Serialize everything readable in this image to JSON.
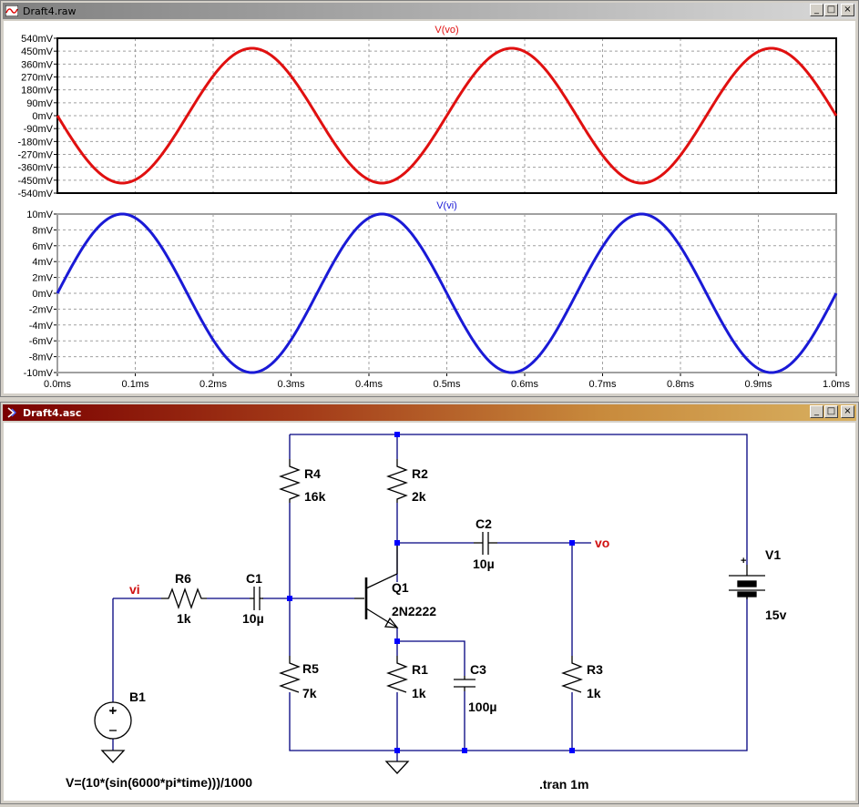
{
  "raw_window": {
    "title": "Draft4.raw",
    "controls": {
      "minimize": "_",
      "restore": "□",
      "close": "×"
    }
  },
  "asc_window": {
    "title": "Draft4.asc",
    "controls": {
      "minimize": "_",
      "restore": "□",
      "close": "×"
    }
  },
  "chart_data": [
    {
      "type": "line",
      "title": "V(vo)",
      "xlim": [
        0,
        1.0
      ],
      "ylim": [
        -540,
        540
      ],
      "x_unit": "ms",
      "y_unit": "mV",
      "yticks": [
        "540mV",
        "450mV",
        "360mV",
        "270mV",
        "180mV",
        "90mV",
        "0mV",
        "-90mV",
        "-180mV",
        "-270mV",
        "-360mV",
        "-450mV",
        "-540mV"
      ],
      "grid": true,
      "series": [
        {
          "name": "V(vo)",
          "color": "#e01010",
          "amplitude": 470,
          "frequency_khz": 3,
          "phase": "inverted",
          "x": [
            0,
            0.0833,
            0.1667,
            0.25,
            0.3333,
            0.4167,
            0.5,
            0.5833,
            0.6667,
            0.75,
            0.8333,
            0.9167,
            1.0
          ],
          "values": [
            0,
            -470,
            0,
            470,
            0,
            -470,
            0,
            470,
            0,
            -470,
            0,
            470,
            0
          ]
        }
      ]
    },
    {
      "type": "line",
      "title": "V(vi)",
      "xlim": [
        0,
        1.0
      ],
      "ylim": [
        -10,
        10
      ],
      "x_unit": "ms",
      "y_unit": "mV",
      "yticks": [
        "10mV",
        "8mV",
        "6mV",
        "4mV",
        "2mV",
        "0mV",
        "-2mV",
        "-4mV",
        "-6mV",
        "-8mV",
        "-10mV"
      ],
      "xticks": [
        "0.0ms",
        "0.1ms",
        "0.2ms",
        "0.3ms",
        "0.4ms",
        "0.5ms",
        "0.6ms",
        "0.7ms",
        "0.8ms",
        "0.9ms",
        "1.0ms"
      ],
      "grid": true,
      "series": [
        {
          "name": "V(vi)",
          "color": "#1a1ad6",
          "amplitude": 10,
          "frequency_khz": 3,
          "x": [
            0,
            0.0833,
            0.1667,
            0.25,
            0.3333,
            0.4167,
            0.5,
            0.5833,
            0.6667,
            0.75,
            0.8333,
            0.9167,
            1.0
          ],
          "values": [
            0,
            10,
            0,
            -10,
            0,
            10,
            0,
            -10,
            0,
            10,
            0,
            -10,
            0
          ]
        }
      ]
    }
  ],
  "schematic": {
    "components": {
      "R4": {
        "name": "R4",
        "value": "16k"
      },
      "R2": {
        "name": "R2",
        "value": "2k"
      },
      "C2": {
        "name": "C2",
        "value": "10µ"
      },
      "V1": {
        "name": "V1",
        "value": "15v"
      },
      "R6": {
        "name": "R6",
        "value": "1k"
      },
      "C1": {
        "name": "C1",
        "value": "10µ"
      },
      "Q1": {
        "name": "Q1",
        "value": "2N2222"
      },
      "R5": {
        "name": "R5",
        "value": "7k"
      },
      "R1": {
        "name": "R1",
        "value": "1k"
      },
      "C3": {
        "name": "C3",
        "value": "100µ"
      },
      "R3": {
        "name": "R3",
        "value": "1k"
      },
      "B1": {
        "name": "B1"
      }
    },
    "net_labels": {
      "vi": "vi",
      "vo": "vo"
    },
    "source_expression": "V=(10*(sin(6000*pi*time)))/1000",
    "directive": ".tran 1m",
    "colors": {
      "wire": "#000080",
      "component": "#000000",
      "net_label": "#d01010",
      "junction": "#0000ff"
    }
  }
}
